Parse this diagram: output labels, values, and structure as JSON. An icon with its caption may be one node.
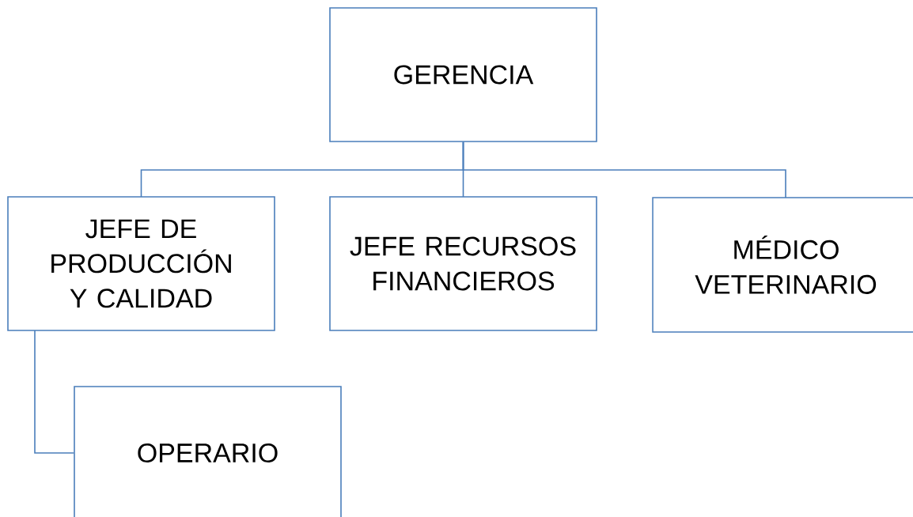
{
  "diagram": {
    "nodes": [
      {
        "text": [
          "GERENCIA"
        ]
      },
      {
        "text": [
          "JEFE DE PRODUCCIÓN Y CALIDAD"
        ]
      },
      {
        "text": [
          "JEFE RECURSOS FINANCIEROS"
        ]
      },
      {
        "text": [
          "MÉDICO VETERINARIO"
        ]
      },
      {
        "text": [
          "OPERARIO"
        ]
      }
    ],
    "edges": [
      {
        "from": 0,
        "to": 1,
        "arrow": "none"
      },
      {
        "from": 0,
        "to": 2,
        "arrow": "none"
      },
      {
        "from": 0,
        "to": 3,
        "arrow": "none"
      },
      {
        "from": 1,
        "to": 4,
        "arrow": "none"
      }
    ]
  }
}
